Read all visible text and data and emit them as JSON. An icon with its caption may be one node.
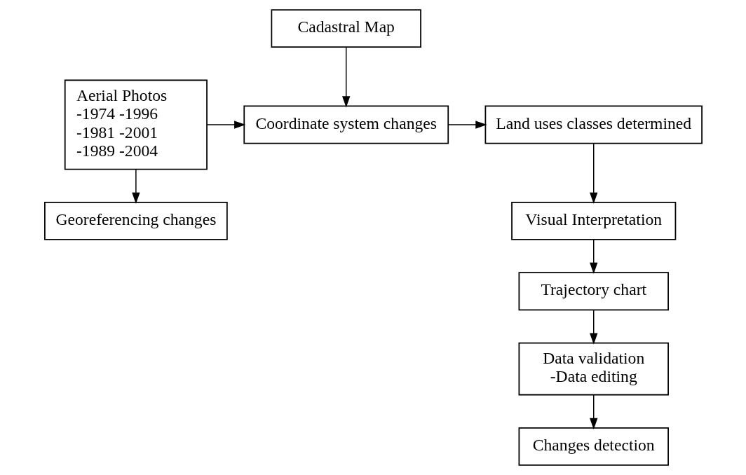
{
  "diagram": {
    "nodes": [
      {
        "text": [
          "Cadastral Map"
        ]
      },
      {
        "text": [
          "Coordinate system changes"
        ]
      },
      {
        "text": [
          "Aerial Photos",
          "-1974 -1996",
          "-1981 -2001",
          "-1989 -2004"
        ]
      },
      {
        "text": [
          "Land uses classes determined"
        ]
      },
      {
        "text": [
          "Visual Interpretation"
        ]
      },
      {
        "text": [
          "Trajectory chart"
        ]
      },
      {
        "text": [
          "Data validation",
          "-Data editing"
        ]
      },
      {
        "text": [
          "Changes detection"
        ]
      },
      {
        "text": [
          "Georeferencing changes"
        ]
      }
    ],
    "edges": [
      {
        "from": 0,
        "to": 1,
        "arrow": "to"
      },
      {
        "from": 2,
        "to": 1,
        "arrow": "to"
      },
      {
        "from": 1,
        "to": 3,
        "arrow": "to"
      },
      {
        "from": 3,
        "to": 4,
        "arrow": "to"
      },
      {
        "from": 4,
        "to": 5,
        "arrow": "to"
      },
      {
        "from": 5,
        "to": 6,
        "arrow": "to"
      },
      {
        "from": 6,
        "to": 7,
        "arrow": "to"
      },
      {
        "from": 2,
        "to": 8,
        "arrow": "to"
      }
    ]
  }
}
